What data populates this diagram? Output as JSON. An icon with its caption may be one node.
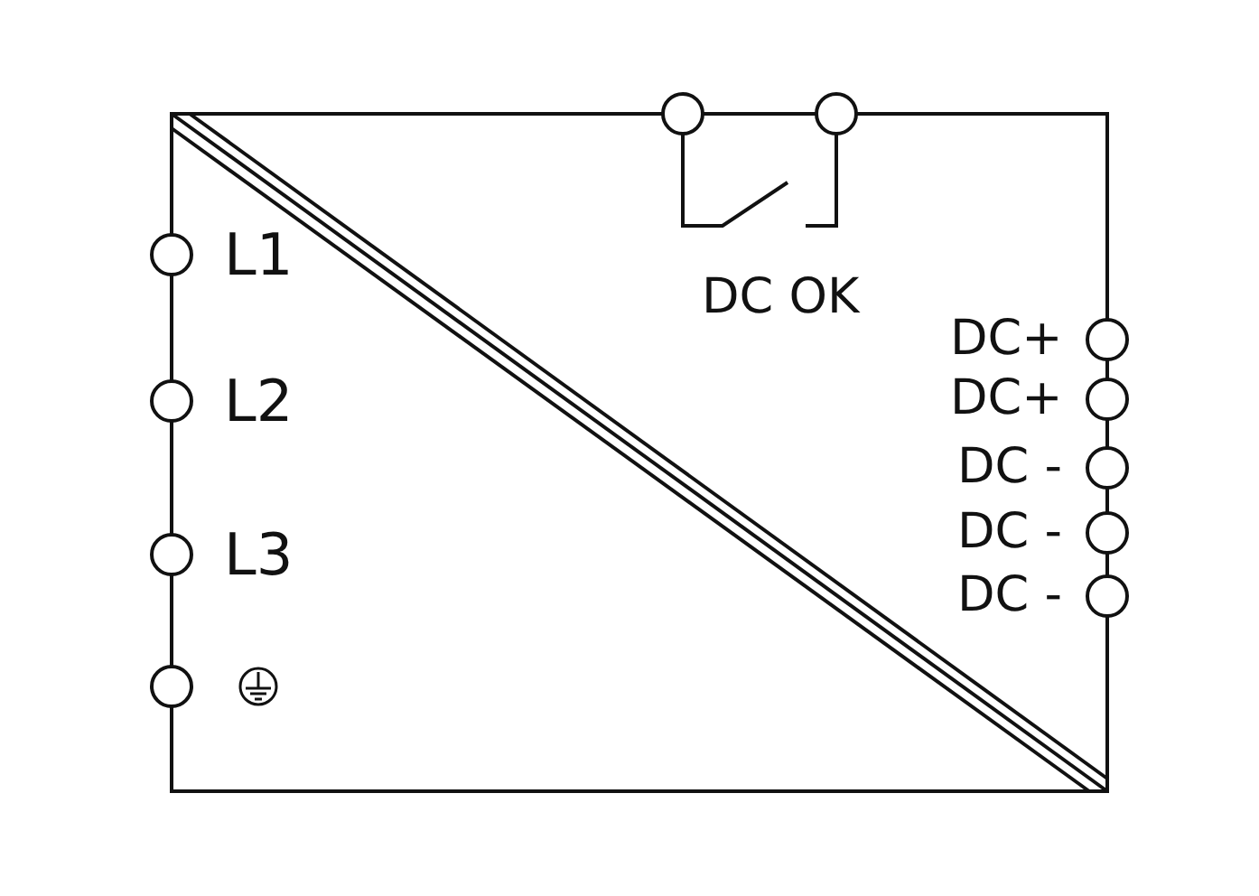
{
  "diagram": {
    "labels": [
      "L1",
      "L2",
      "L3",
      "DC OK",
      "DC+",
      "DC+",
      "DC -",
      "DC -",
      "DC -"
    ]
  }
}
